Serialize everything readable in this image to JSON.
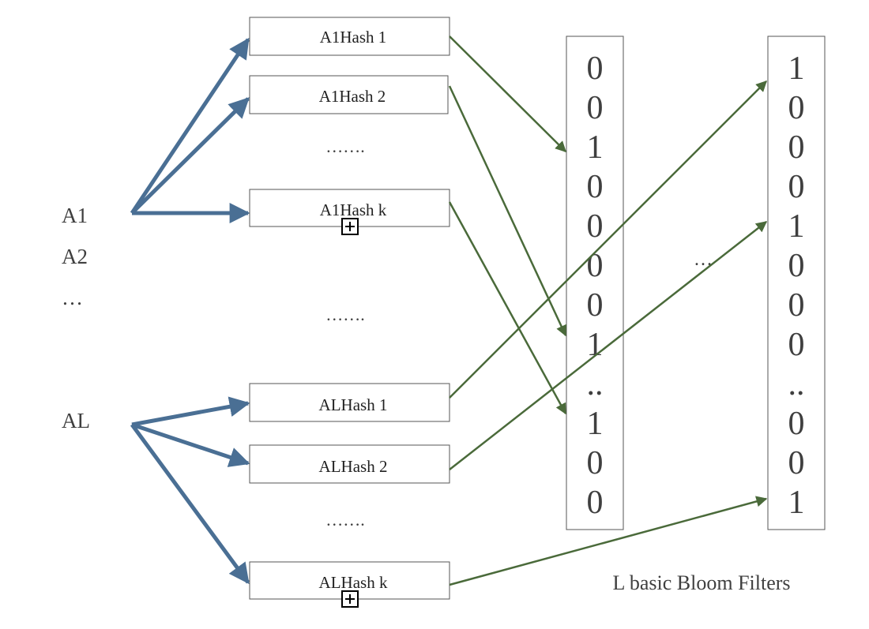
{
  "colors": {
    "blue_arrow": "#4a6f94",
    "green_arrow": "#4a6a3a",
    "box_stroke": "#555555",
    "text": "#3f3f3f"
  },
  "inputs": {
    "a1": "A1",
    "a2": "A2",
    "dots": "…",
    "al": "AL"
  },
  "hash_boxes": [
    {
      "id": "a1-hash-1",
      "label": "A1Hash 1",
      "expand": false
    },
    {
      "id": "a1-hash-2",
      "label": "A1Hash 2",
      "expand": false
    },
    {
      "id": "a1-hash-k",
      "label": "A1Hash k",
      "expand": true
    },
    {
      "id": "al-hash-1",
      "label": "ALHash 1",
      "expand": false
    },
    {
      "id": "al-hash-2",
      "label": "ALHash 2",
      "expand": false
    },
    {
      "id": "al-hash-k",
      "label": "ALHash k",
      "expand": true
    }
  ],
  "hash_ellipses": [
    "…….",
    "…….",
    "……."
  ],
  "filters": [
    {
      "id": "bloom-filter-1",
      "bits": [
        "0",
        "0",
        "1",
        "0",
        "0",
        "0",
        "0",
        "1",
        "..",
        "1",
        "0",
        "0"
      ]
    },
    {
      "id": "bloom-filter-L",
      "bits": [
        "1",
        "0",
        "0",
        "0",
        "1",
        "0",
        "0",
        "0",
        "..",
        "0",
        "0",
        "1"
      ]
    }
  ],
  "between_filters_dots": "…",
  "footer_label": "L basic Bloom Filters",
  "expand_icon_glyph": "+"
}
